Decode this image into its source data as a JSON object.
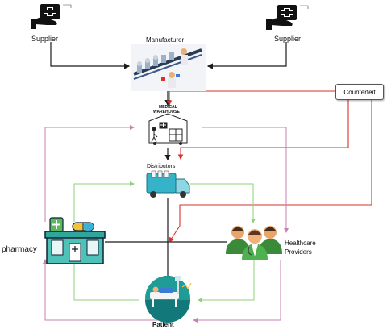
{
  "nodes": {
    "supplier_left": "Supplier",
    "supplier_right": "Supplier",
    "manufacturer": "Manufacturer",
    "warehouse_sign_line1": "MEDICAL",
    "warehouse_sign_line2": "WAREHOUSE",
    "distributors": "Distributors",
    "counterfeit": "Counterfeit",
    "pharmacy": "pharmacy",
    "healthcare_line1": "Healthcare",
    "healthcare_line2": "Providers",
    "patient": "Patient"
  },
  "colors": {
    "black_flow": "#1a1a1a",
    "counterfeit_flow": "#d9302c",
    "green_flow": "#8fd07a",
    "purple_flow": "#c77fb4",
    "accent_teal": "#1aa6a0",
    "accent_green": "#5cb85c"
  }
}
